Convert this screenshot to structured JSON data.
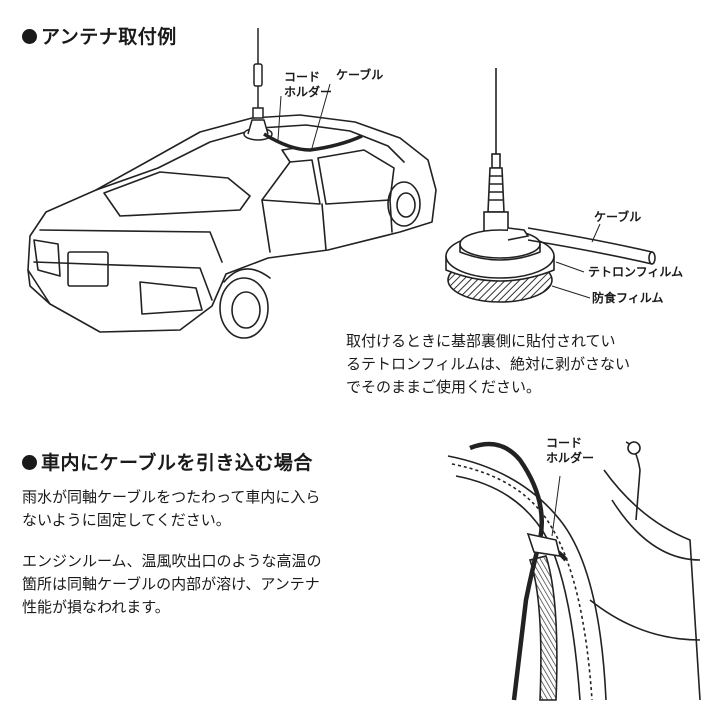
{
  "section1": {
    "title": "アンテナ取付例",
    "car_labels": {
      "cord_holder_line1": "コード",
      "cord_holder_line2": "ホルダー",
      "cable": "ケーブル"
    },
    "base_labels": {
      "cable": "ケーブル",
      "teflon_film": "テトロンフィルム",
      "protective_film": "防食フィルム"
    },
    "note_lines": [
      "取付けるときに基部裏側に貼付されてい",
      "るテトロンフィルムは、絶対に剥がさない",
      "でそのままご使用ください。"
    ]
  },
  "section2": {
    "title": "車内にケーブルを引き込む場合",
    "para1_lines": [
      "雨水が同軸ケーブルをつたわって車内に入ら",
      "ないように固定してください。"
    ],
    "para2_lines": [
      "エンジンルーム、温風吹出口のような高温の",
      "箇所は同軸ケーブルの内部が溶け、アンテナ",
      "性能が損なわれます。"
    ],
    "door_labels": {
      "cord_holder_line1": "コード",
      "cord_holder_line2": "ホルダー"
    }
  }
}
